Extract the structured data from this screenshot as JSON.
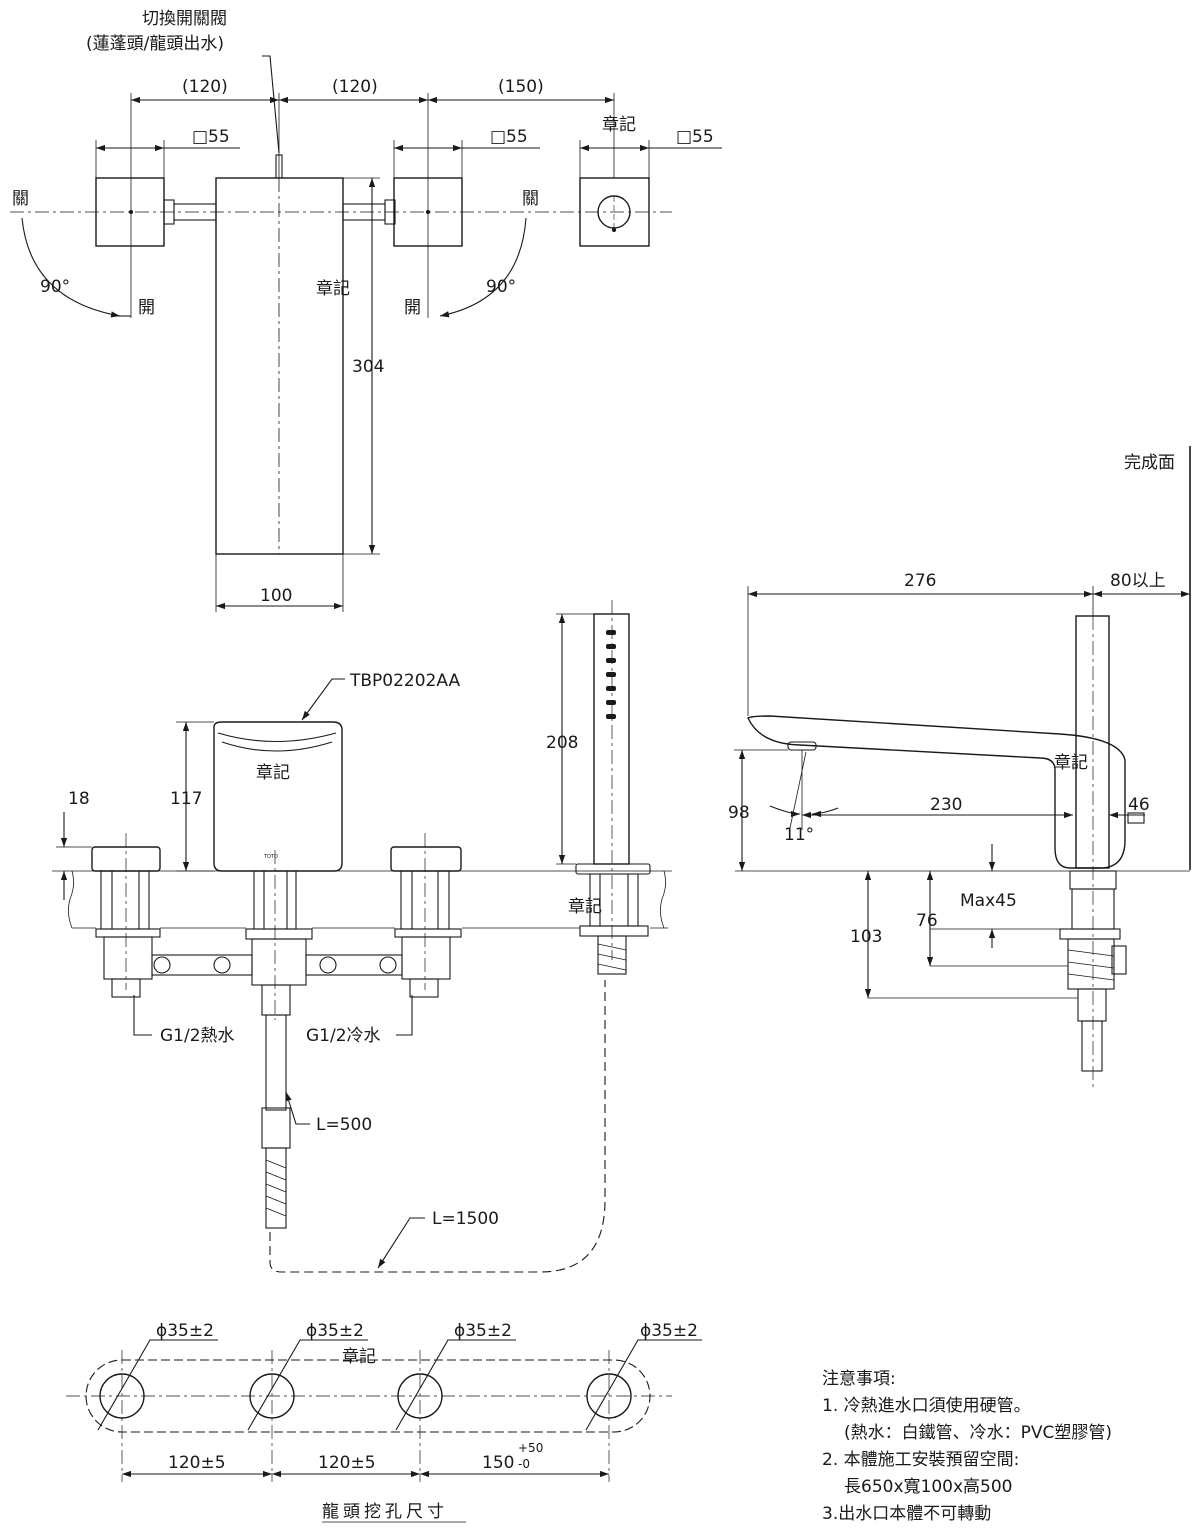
{
  "top_view": {
    "valve_label_line1": "切換開關閥",
    "valve_label_line2": "(蓮蓬頭/龍頭出水)",
    "dim_120_a": "(120)",
    "dim_120_b": "(120)",
    "dim_150": "(150)",
    "square_1": "□55",
    "square_2": "□55",
    "square_3": "□55",
    "seal_label": "章記",
    "seal_center": "章記",
    "close_left": "關",
    "close_right": "關",
    "open_left": "開",
    "open_right": "開",
    "angle_left": "90°",
    "angle_right": "90°",
    "dim_304": "304",
    "dim_100": "100"
  },
  "front_view": {
    "model": "TBP02202AA",
    "dim_117": "117",
    "dim_18": "18",
    "dim_208": "208",
    "seal_body": "章記",
    "seal_hand": "章記",
    "logo": "TOTO",
    "hot_inlet": "G1/2熱水",
    "cold_inlet": "G1/2冷水",
    "hose_short": "L=500",
    "hose_long": "L=1500"
  },
  "side_view": {
    "finish_surface": "完成面",
    "dim_276": "276",
    "dim_80": "80以上",
    "dim_98": "98",
    "dim_230": "230",
    "dim_46": "46",
    "angle": "11°",
    "max45": "Max45",
    "dim_76": "76",
    "dim_103": "103",
    "seal": "章記"
  },
  "hole_view": {
    "dia_1": "ɸ35±2",
    "dia_2": "ɸ35±2",
    "dia_3": "ɸ35±2",
    "dia_4": "ɸ35±2",
    "seal": "章記",
    "pitch_1": "120±5",
    "pitch_2": "120±5",
    "pitch_3": "150",
    "tol_plus": "+50",
    "tol_minus": "-0",
    "caption": "龍頭挖孔尺寸"
  },
  "notes": {
    "title": "注意事項:",
    "line1": "1. 冷熱進水口須使用硬管。",
    "line2": "(熱水：白鐵管、冷水：PVC塑膠管)",
    "line3": "2. 本體施工安裝預留空間:",
    "line4": "長650x寬100x高500",
    "line5": "3.出水口本體不可轉動"
  }
}
